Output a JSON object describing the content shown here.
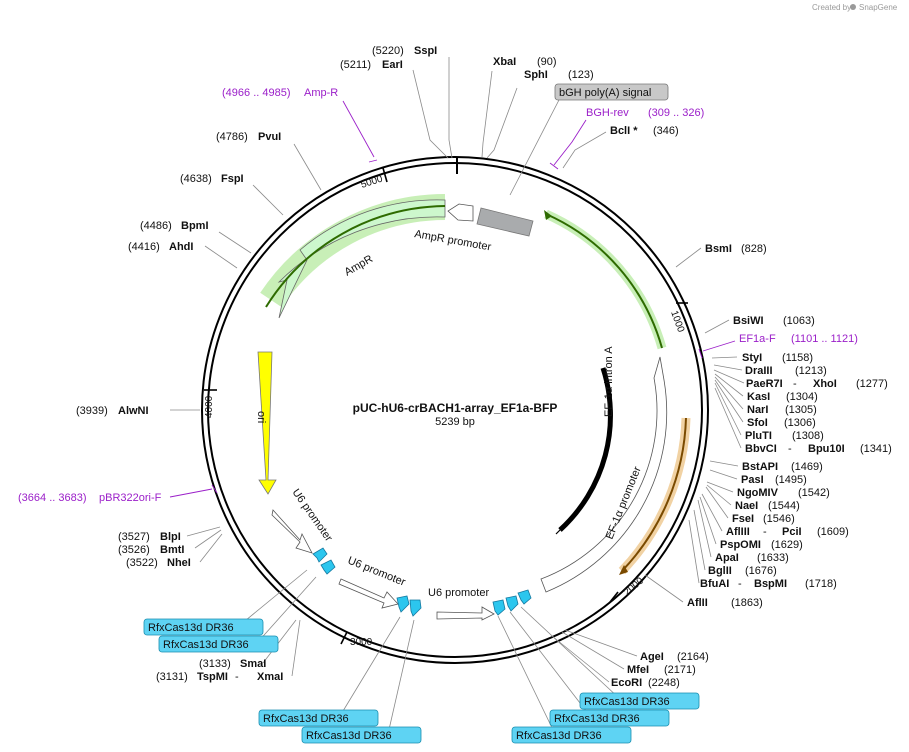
{
  "credit": {
    "text": "Created by",
    "brand": "SnapGene"
  },
  "plasmid": {
    "name": "pUC-hU6-crBACH1-array_EF1a-BFP",
    "size": "5239 bp"
  },
  "ticks": {
    "t1000": "1000",
    "t2000": "2000",
    "t3000": "3000",
    "t4000": "4000",
    "t5000": "5000"
  },
  "sites": {
    "sspi": {
      "pos": "(5220)",
      "name": "SspI"
    },
    "eari": {
      "pos": "(5211)",
      "name": "EarI"
    },
    "xbai": {
      "name": "XbaI",
      "pos": "(90)"
    },
    "sphi": {
      "name": "SphI",
      "pos": "(123)"
    },
    "bcli": {
      "name": "BclI *",
      "pos": "(346)"
    },
    "pvui": {
      "pos": "(4786)",
      "name": "PvuI"
    },
    "fspi": {
      "pos": "(4638)",
      "name": "FspI"
    },
    "bpmi": {
      "pos": "(4486)",
      "name": "BpmI"
    },
    "ahdi": {
      "pos": "(4416)",
      "name": "AhdI"
    },
    "bsmi": {
      "name": "BsmI",
      "pos": "(828)"
    },
    "bsiwi": {
      "name": "BsiWI",
      "pos": "(1063)"
    },
    "styi": {
      "name": "StyI",
      "pos": "(1158)"
    },
    "draiii": {
      "name": "DraIII",
      "pos": "(1213)"
    },
    "paer7i": {
      "name": "PaeR7I",
      "sep": " - ",
      "name2": "XhoI",
      "pos": "(1277)"
    },
    "kasi": {
      "name": "KasI",
      "pos": "(1304)"
    },
    "nari": {
      "name": "NarI",
      "pos": "(1305)"
    },
    "sfoi": {
      "name": "SfoI",
      "pos": "(1306)"
    },
    "pluti": {
      "name": "PluTI",
      "pos": "(1308)"
    },
    "bbvci": {
      "name": "BbvCI",
      "sep": " - ",
      "name2": "Bpu10I",
      "pos": "(1341)"
    },
    "alwni": {
      "pos": "(3939)",
      "name": "AlwNI"
    },
    "bstapi": {
      "name": "BstAPI",
      "pos": "(1469)"
    },
    "pasi": {
      "name": "PasI",
      "pos": "(1495)"
    },
    "ngomiv": {
      "name": "NgoMIV",
      "pos": "(1542)"
    },
    "naei": {
      "name": "NaeI",
      "pos": "(1544)"
    },
    "fsei": {
      "name": "FseI",
      "pos": "(1546)"
    },
    "afliii": {
      "name": "AflIII",
      "sep": " - ",
      "name2": "PciI",
      "pos": "(1609)"
    },
    "psp": {
      "name": "PspOMI",
      "pos": "(1629)"
    },
    "apai": {
      "name": "ApaI",
      "pos": "(1633)"
    },
    "bglii": {
      "name": "BglII",
      "pos": "(1676)"
    },
    "bfuai": {
      "name": "BfuAI",
      "sep": " - ",
      "name2": "BspMI",
      "pos": "(1718)"
    },
    "aflii": {
      "name": "AflII",
      "pos": "(1863)"
    },
    "blpi": {
      "pos": "(3527)",
      "name": "BlpI"
    },
    "bmti": {
      "pos": "(3526)",
      "name": "BmtI"
    },
    "nhei": {
      "pos": "(3522)",
      "name": "NheI"
    },
    "smai": {
      "pos": "(3133)",
      "name": "SmaI"
    },
    "tspmi": {
      "pos": "(3131)",
      "name": "TspMI",
      "sep": " - ",
      "name2": "XmaI"
    },
    "agei": {
      "name": "AgeI",
      "pos": "(2164)"
    },
    "mfei": {
      "name": "MfeI",
      "pos": "(2171)"
    },
    "ecori": {
      "name": "EcoRI",
      "pos": "(2248)"
    }
  },
  "primers": {
    "ampr": {
      "range": "(4966 .. 4985)",
      "name": "Amp-R"
    },
    "bghrev": {
      "name": "BGH-rev",
      "range": "(309 .. 326)"
    },
    "ef1af": {
      "name": "EF1a-F",
      "range": "(1101 .. 1121)"
    },
    "pbr": {
      "range": "(3664 .. 3683)",
      "name": "pBR322ori-F"
    }
  },
  "features": {
    "bgh": "bGH poly(A) signal",
    "ampr_promoter": "AmpR promoter",
    "ampr": "AmpR",
    "ori": "ori",
    "u6_1": "U6 promoter",
    "u6_2": "U6 promoter",
    "u6_3": "U6 promoter",
    "intron": "EF-1α intron A",
    "ef1a": "EF-1α promoter",
    "dr": "RfxCas13d DR36"
  },
  "colors": {
    "backbone": "#000000",
    "bgh": "#a9abad",
    "ampr_fill": "#cdf7cd",
    "ampr_glow": "#9be27b",
    "ori": "#ffff00",
    "dr_fill": "#2cc6ee",
    "primer": "#9b1fc9",
    "ef1a_glow": "#e8b465",
    "dr_tag": "#5ed3f3"
  }
}
